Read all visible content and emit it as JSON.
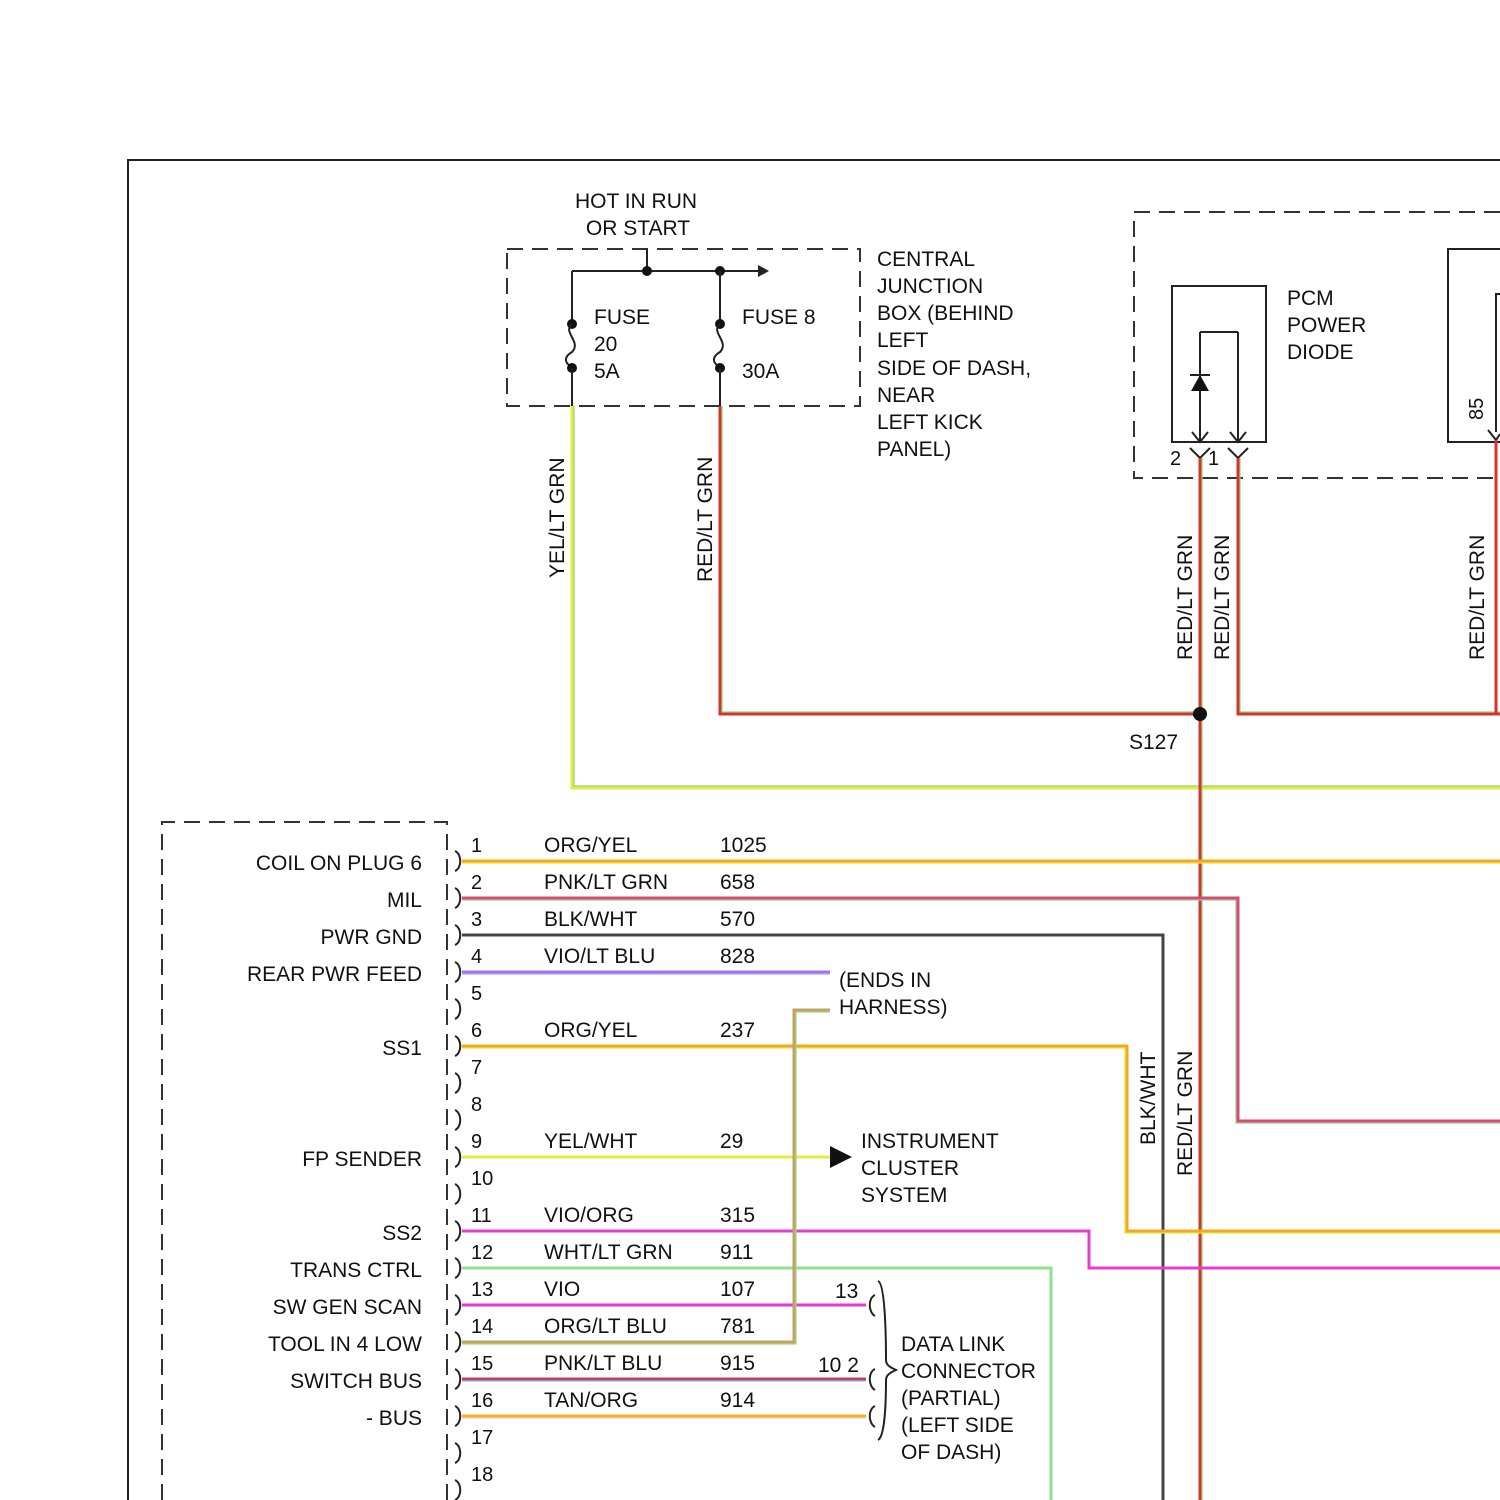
{
  "junction_box": {
    "hot_line1": "HOT IN RUN",
    "hot_line2": "OR START",
    "fuse20": {
      "name": "FUSE",
      "number": "20",
      "rating": "5A"
    },
    "fuse8": {
      "name": "FUSE 8",
      "rating": "30A"
    },
    "desc": [
      "CENTRAL",
      "JUNCTION",
      "BOX (BEHIND",
      "LEFT",
      "SIDE OF DASH,",
      "NEAR",
      "LEFT KICK",
      "PANEL)"
    ]
  },
  "pcm_diode": {
    "label": [
      "PCM",
      "POWER",
      "DIODE"
    ],
    "pin2": "2",
    "pin1": "1",
    "pin85": "85"
  },
  "wire_labels": {
    "yel_lt_grn": "YEL/LT GRN",
    "red_lt_grn": "RED/LT GRN",
    "blk_wht": "BLK/WHT"
  },
  "splice": "S127",
  "pcm_pins": [
    {
      "pin": "1",
      "func": "COIL ON PLUG 6",
      "color": "ORG/YEL",
      "circuit": "1025",
      "hex": "#f5a623"
    },
    {
      "pin": "2",
      "func": "MIL",
      "color": "PNK/LT GRN",
      "circuit": "658",
      "hex": "#e0447c"
    },
    {
      "pin": "3",
      "func": "PWR GND",
      "color": "BLK/WHT",
      "circuit": "570",
      "hex": "#444444"
    },
    {
      "pin": "4",
      "func": "REAR PWR FEED",
      "color": "VIO/LT BLU",
      "circuit": "828",
      "hex": "#b36be6"
    },
    {
      "pin": "5",
      "func": "",
      "color": "",
      "circuit": "",
      "hex": ""
    },
    {
      "pin": "6",
      "func": "SS1",
      "color": "ORG/YEL",
      "circuit": "237",
      "hex": "#f5a623"
    },
    {
      "pin": "7",
      "func": "",
      "color": "",
      "circuit": "",
      "hex": ""
    },
    {
      "pin": "8",
      "func": "",
      "color": "",
      "circuit": "",
      "hex": ""
    },
    {
      "pin": "9",
      "func": "FP SENDER",
      "color": "YEL/WHT",
      "circuit": "29",
      "hex": "#e8ea3c"
    },
    {
      "pin": "10",
      "func": "",
      "color": "",
      "circuit": "",
      "hex": ""
    },
    {
      "pin": "11",
      "func": "SS2",
      "color": "VIO/ORG",
      "circuit": "315",
      "hex": "#e83bd0"
    },
    {
      "pin": "12",
      "func": "TRANS CTRL",
      "color": "WHT/LT GRN",
      "circuit": "911",
      "hex": "#8fe08f"
    },
    {
      "pin": "13",
      "func": "SW GEN SCAN",
      "color": "VIO",
      "circuit": "107",
      "hex": "#e335e0"
    },
    {
      "pin": "14",
      "func": "TOOL IN 4 LOW",
      "color": "ORG/LT BLU",
      "circuit": "781",
      "hex": "#c8a060"
    },
    {
      "pin": "15",
      "func": "SWITCH BUS",
      "color": "PNK/LT BLU",
      "circuit": "915",
      "hex": "#c04060"
    },
    {
      "pin": "16",
      "func": "- BUS",
      "color": "TAN/ORG",
      "circuit": "914",
      "hex": "#f5b030"
    },
    {
      "pin": "17",
      "func": "",
      "color": "",
      "circuit": "",
      "hex": ""
    },
    {
      "pin": "18",
      "func": "",
      "color": "",
      "circuit": "",
      "hex": ""
    }
  ],
  "ends_in_harness": [
    "(ENDS IN",
    "HARNESS)"
  ],
  "instrument_cluster": [
    "INSTRUMENT",
    "CLUSTER",
    "SYSTEM"
  ],
  "dlc": {
    "pin13": "13",
    "pin10_2": "10 2",
    "label": [
      "DATA LINK",
      "CONNECTOR",
      "(PARTIAL)",
      "(LEFT SIDE",
      "OF DASH)"
    ]
  }
}
